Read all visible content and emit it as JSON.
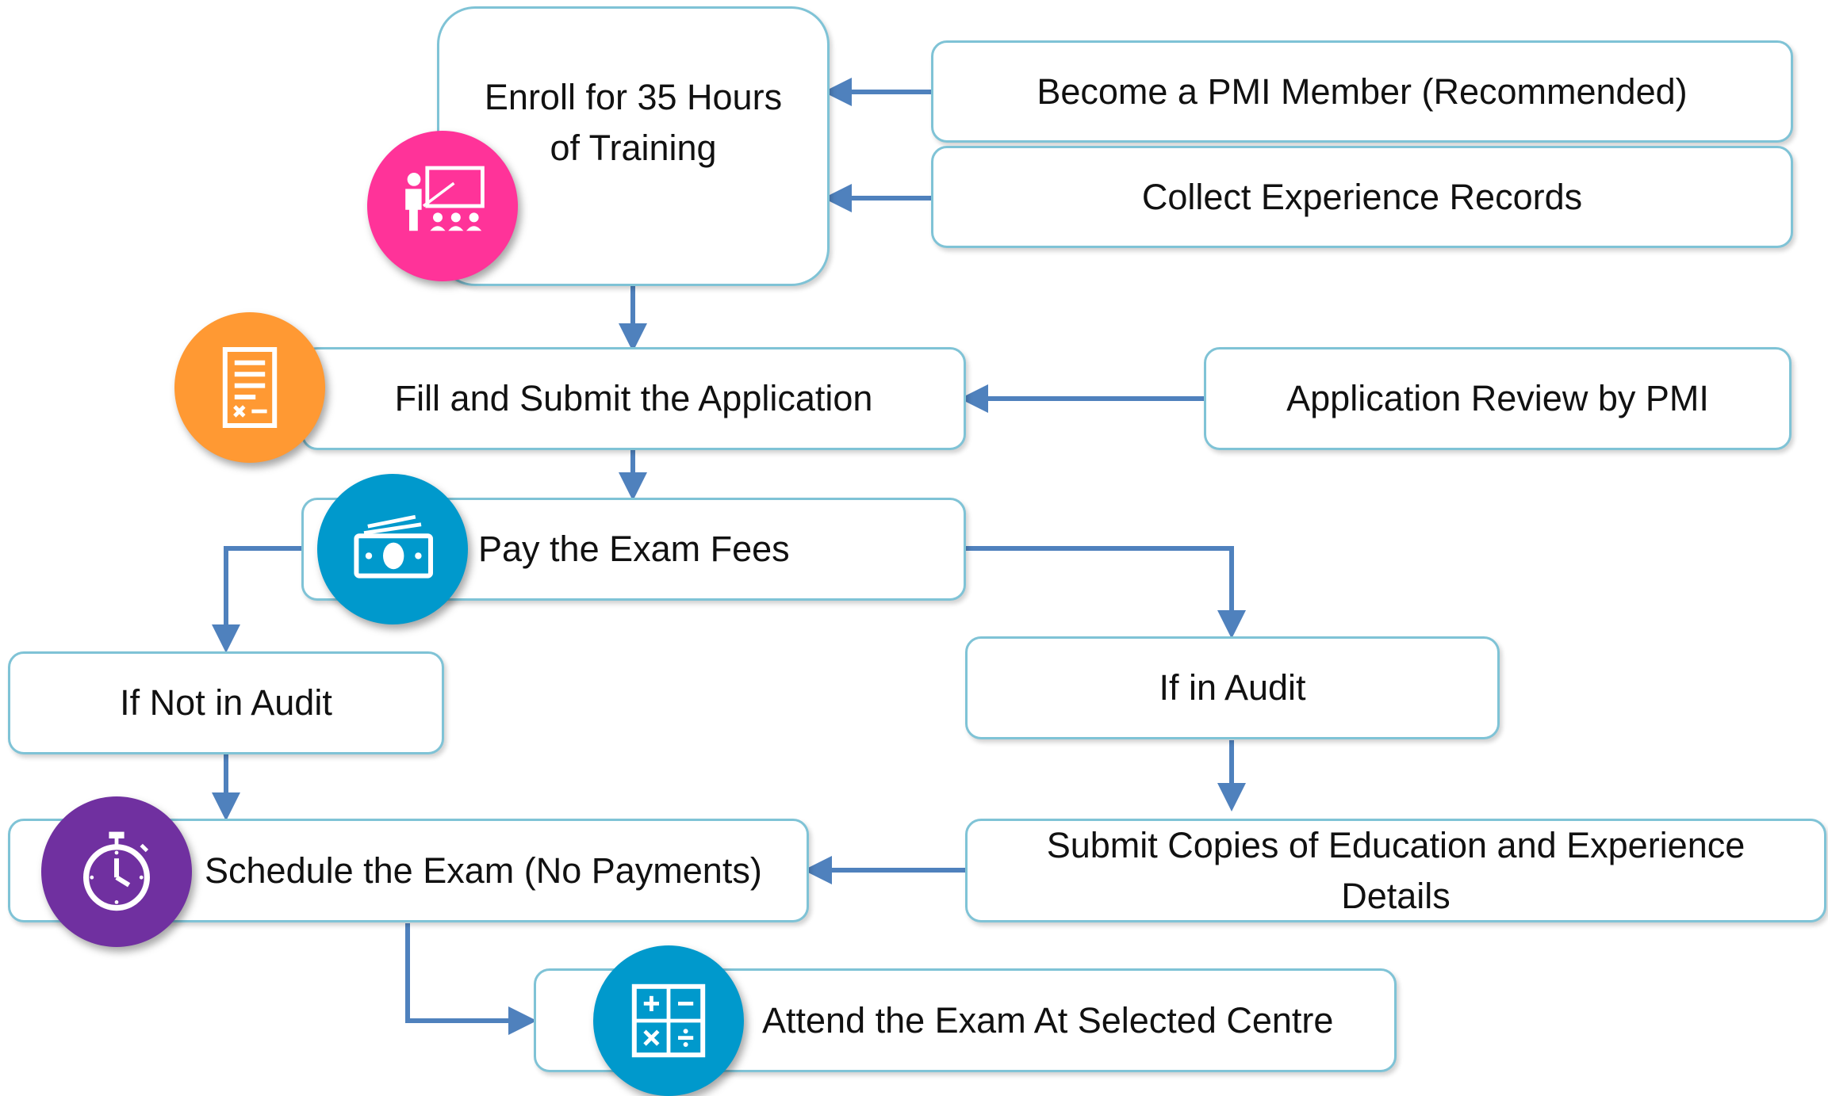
{
  "steps": {
    "enroll": "Enroll for 35 Hours of Training",
    "pmi_member": "Become a PMI Member (Recommended)",
    "experience": "Collect Experience Records",
    "fill_submit": "Fill and Submit the Application",
    "review": "Application Review by PMI",
    "pay": "Pay the Exam Fees",
    "not_audit": "If Not in Audit",
    "in_audit": "If in Audit",
    "schedule": "Schedule the Exam (No Payments)",
    "submit_copies": "Submit Copies of Education and Experience Details",
    "attend": "Attend the Exam At Selected Centre"
  },
  "icons": {
    "training": "teacher-presentation-icon",
    "application": "application-form-icon",
    "fees": "money-bill-icon",
    "schedule": "stopwatch-icon",
    "attend": "calculator-icon"
  },
  "colors": {
    "box_border": "#7fc3d6",
    "arrow": "#4f81bd",
    "pink": "#ff3399",
    "orange": "#ff9933",
    "blue": "#0099cc",
    "purple": "#7030a0"
  }
}
